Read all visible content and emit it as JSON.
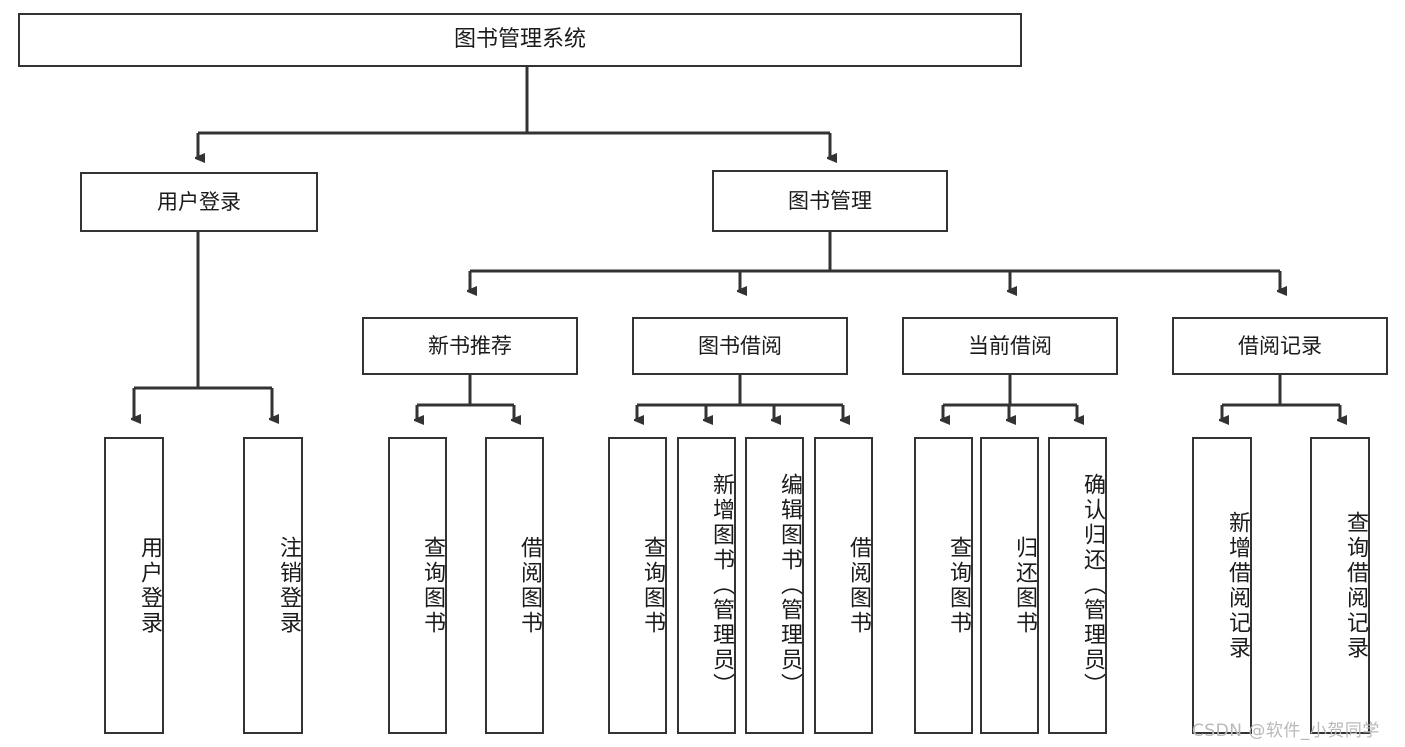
{
  "diagram": {
    "title": "图书管理系统",
    "type": "tree",
    "stroke_color": "#333333",
    "text_color": "#1b1b1b",
    "background_color": "#ffffff",
    "watermark": "CSDN @软件_小贺同学",
    "watermark_color": "#b9b9b9"
  },
  "root": {
    "label": "图书管理系统"
  },
  "level2": [
    {
      "label": "用户登录"
    },
    {
      "label": "图书管理"
    }
  ],
  "level3": [
    {
      "label": "新书推荐"
    },
    {
      "label": "图书借阅"
    },
    {
      "label": "当前借阅"
    },
    {
      "label": "借阅记录"
    }
  ],
  "leaves": {
    "user_login": [
      {
        "label": "用户登录"
      },
      {
        "label": "注销登录"
      }
    ],
    "new_book_recommend": [
      {
        "label": "查询图书"
      },
      {
        "label": "借阅图书"
      }
    ],
    "book_borrow": [
      {
        "label": "查询图书"
      },
      {
        "label": "新增图书（管理员）"
      },
      {
        "label": "编辑图书（管理员）"
      },
      {
        "label": "借阅图书"
      }
    ],
    "current_borrow": [
      {
        "label": "查询图书"
      },
      {
        "label": "归还图书"
      },
      {
        "label": "确认归还（管理员）"
      }
    ],
    "borrow_record": [
      {
        "label": "新增借阅记录"
      },
      {
        "label": "查询借阅记录"
      }
    ]
  }
}
